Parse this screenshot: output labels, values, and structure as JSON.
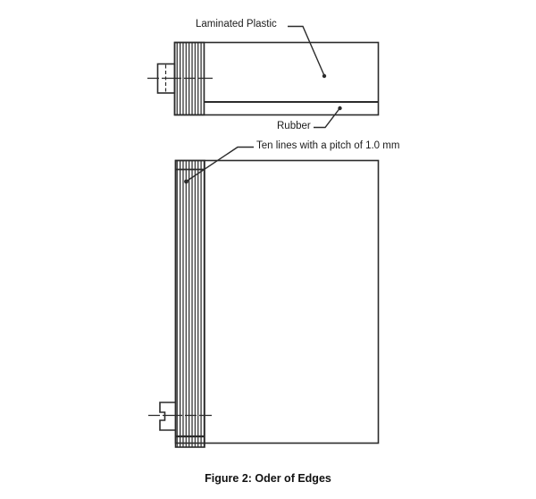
{
  "figure": {
    "labels": {
      "laminated_plastic": "Laminated Plastic",
      "rubber": "Rubber",
      "ten_lines": "Ten lines with a pitch of 1.0 mm"
    },
    "caption": "Figure 2: Oder of Edges",
    "colors": {
      "line": "#2b2b2b",
      "text": "#1c1c1c",
      "background": "#ffffff"
    }
  }
}
